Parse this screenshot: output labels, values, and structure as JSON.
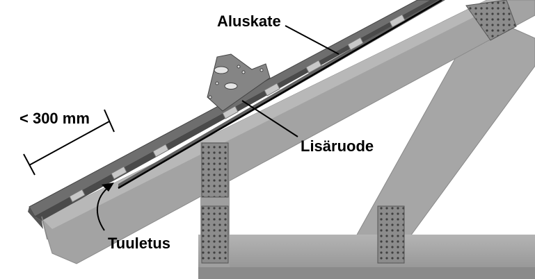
{
  "labels": {
    "aluskate": "Aluskate",
    "lisaruode": "Lisäruode",
    "tuuletus": "Tuuletus",
    "dimension": "< 300 mm"
  },
  "colors": {
    "wood_light": "#a9a9a9",
    "wood_mid": "#9a9a9a",
    "wood_dark": "#7f7f7f",
    "batten": "#6b6b6b",
    "plate": "#8a8a8a",
    "line": "#000000"
  }
}
